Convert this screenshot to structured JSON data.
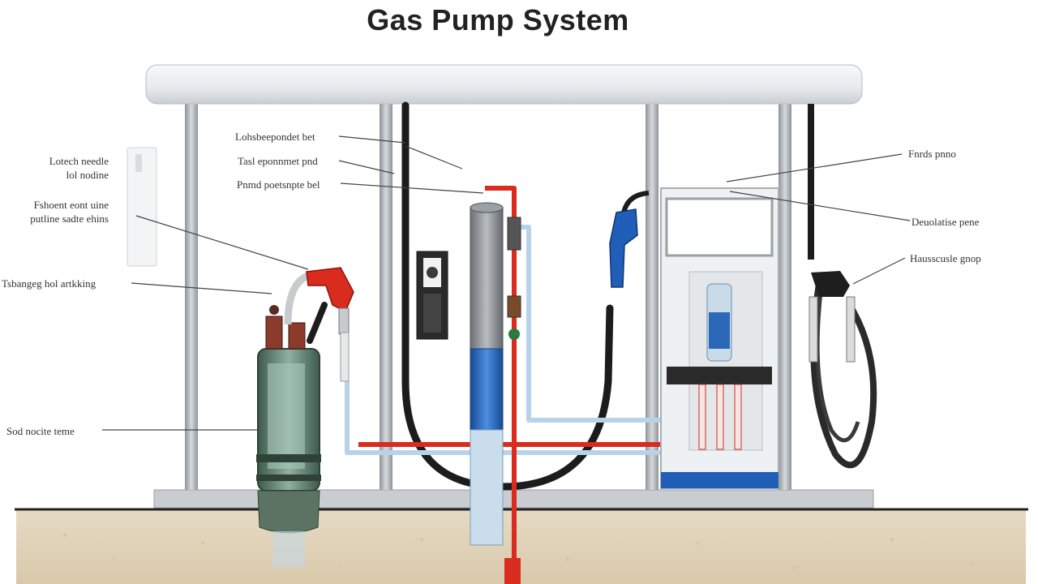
{
  "title": "Gas Pump System",
  "labels": {
    "left_top_1": "Lotech needle",
    "left_top_2": "lol nodine",
    "left_mid_1": "Fshoent eont uine",
    "left_mid_2": "putline sadte ehins",
    "left_nozzle": "Tsbangeg hol artkking",
    "left_tank": "Sod nocite teme",
    "center_1": "Lohsbeepondet bet",
    "center_2": "Tasl eponnmet pnd",
    "center_3": "Pnmd poetsnpte bel",
    "right_1": "Fnrds pnno",
    "right_2": "Deuolatise pene",
    "right_3": "Hausscusle gnop"
  },
  "colors": {
    "canopy": "#e8ecef",
    "pillar": "#a9aeb3",
    "ground": "#e3d6be",
    "fuel_line": "#d92b1e",
    "water_line": "#b7d3ea",
    "accent_blue": "#1f5fb8",
    "dark_hose": "#1c1c1c"
  },
  "icons": [
    "gas-nozzle-icon",
    "pressure-gauge-icon",
    "fuel-pump-icon"
  ]
}
